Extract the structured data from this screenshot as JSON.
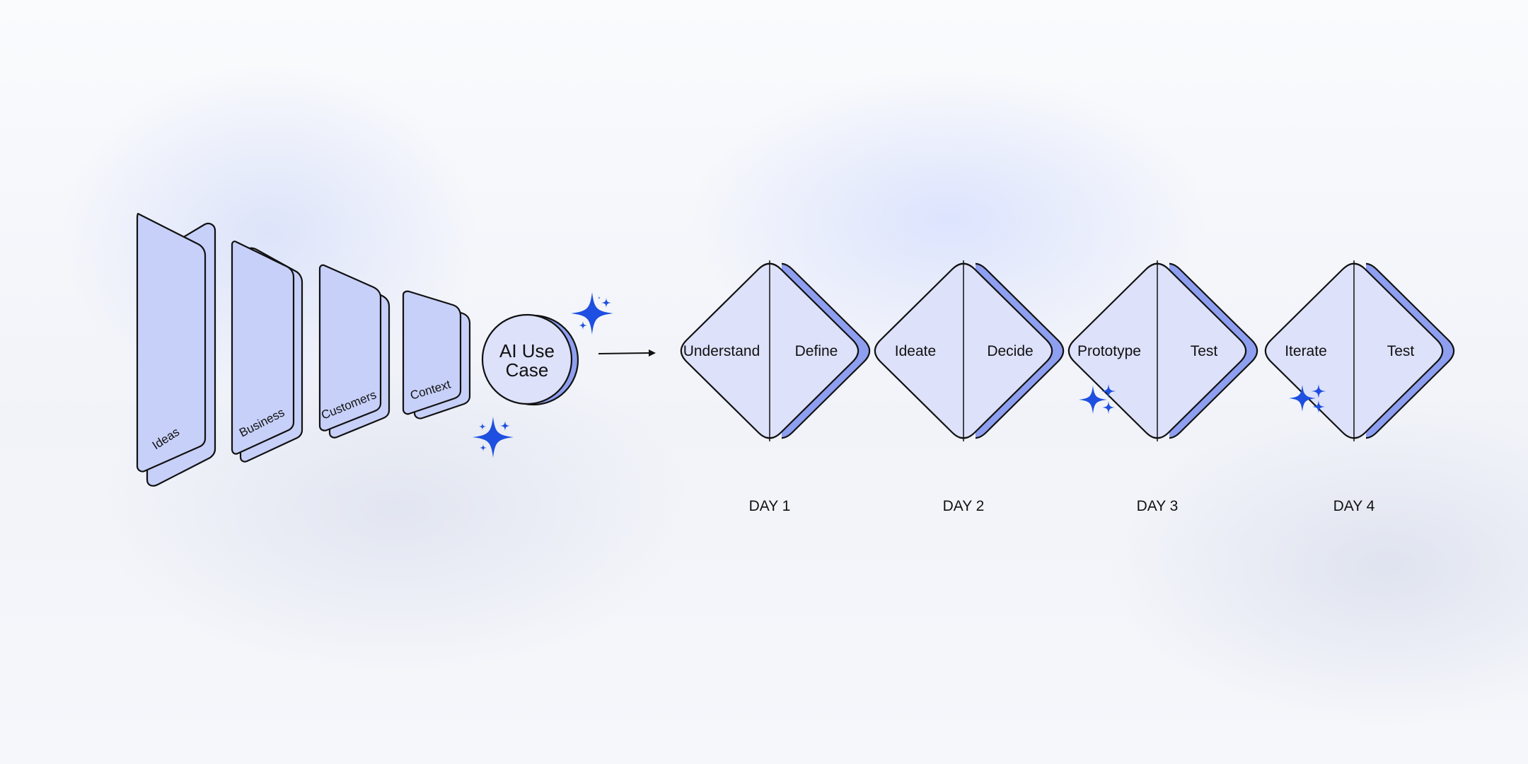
{
  "funnel": {
    "cards": [
      {
        "label": "Ideas"
      },
      {
        "label": "Business"
      },
      {
        "label": "Customers"
      },
      {
        "label": "Context"
      }
    ],
    "result": {
      "line1": "AI Use",
      "line2": "Case"
    }
  },
  "sprint": {
    "days": [
      {
        "label": "DAY 1",
        "left": "Understand",
        "right": "Define"
      },
      {
        "label": "DAY 2",
        "left": "Ideate",
        "right": "Decide"
      },
      {
        "label": "DAY 3",
        "left": "Prototype",
        "right": "Test"
      },
      {
        "label": "DAY 4",
        "left": "Iterate",
        "right": "Test"
      }
    ]
  },
  "colors": {
    "card_fill": "#c7d0f8",
    "diamond_fill": "#dde1f9",
    "shadow_fill": "#8e9ff0",
    "sparkle": "#1e4fe0",
    "stroke": "#111111"
  }
}
